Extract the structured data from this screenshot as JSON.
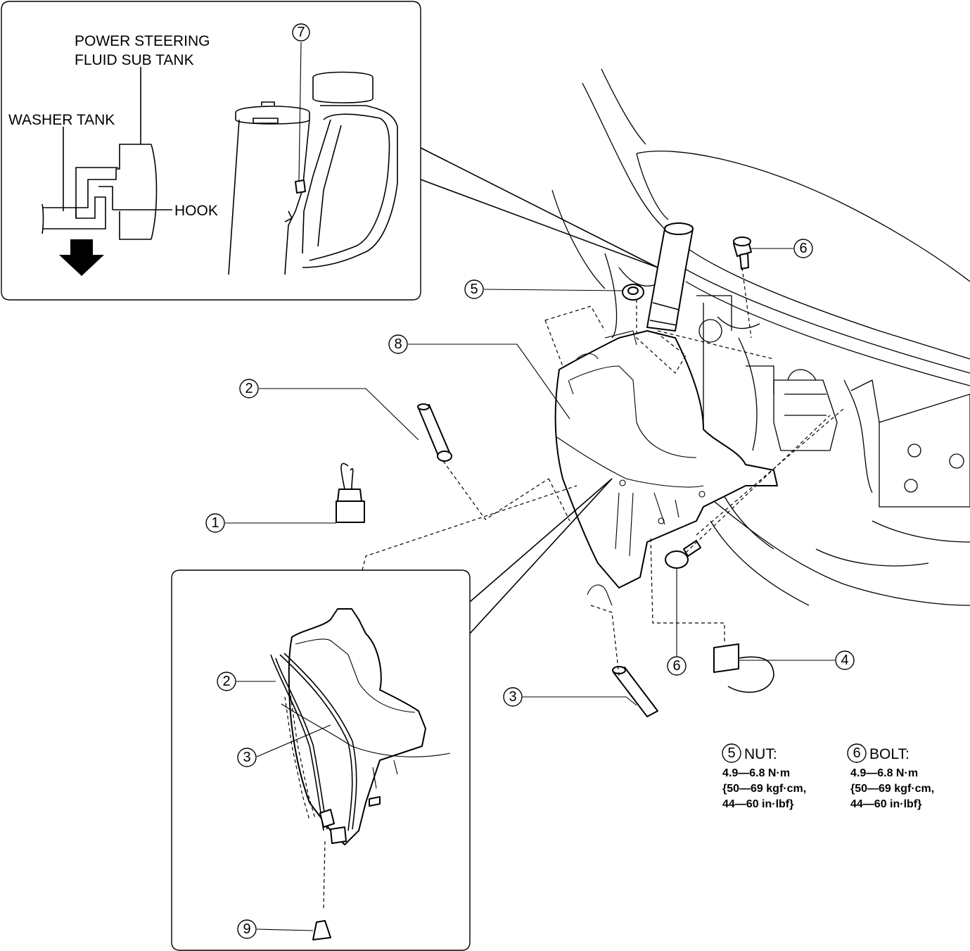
{
  "top_inset": {
    "label_power_steering": [
      "POWER STEERING",
      "FLUID SUB TANK"
    ],
    "label_washer_tank": "WASHER TANK",
    "label_hook": "HOOK",
    "callout_7": "7"
  },
  "callouts": {
    "c1": "1",
    "c2": "2",
    "c3": "3",
    "c4": "4",
    "c5": "5",
    "c6a": "6",
    "c6b": "6",
    "c8": "8"
  },
  "bottom_inset": {
    "callout_2": "2",
    "callout_3": "3",
    "callout_9": "9"
  },
  "specs": {
    "nut": {
      "ref": "5",
      "title": "NUT:",
      "lines": [
        "4.9—6.8 N·m",
        "{50—69 kgf·cm,",
        "44—60 in·lbf}"
      ]
    },
    "bolt": {
      "ref": "6",
      "title": "BOLT:",
      "lines": [
        "4.9—6.8 N·m",
        "{50—69 kgf·cm,",
        "44—60 in·lbf}"
      ]
    }
  }
}
